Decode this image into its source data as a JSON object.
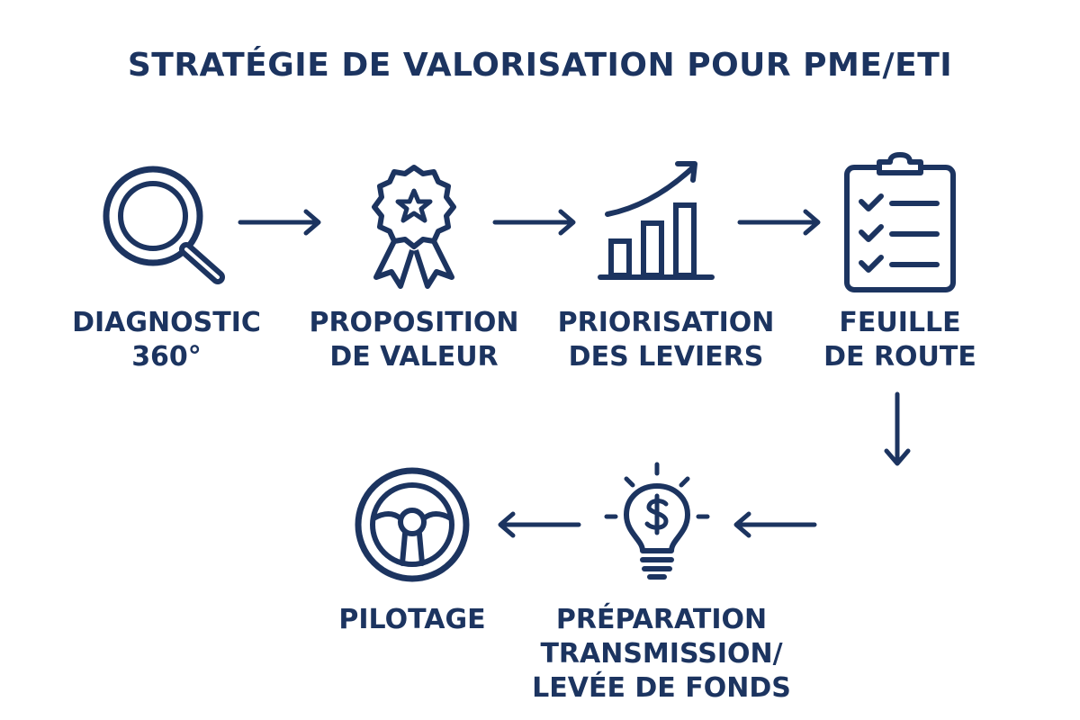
{
  "colors": {
    "primary": "#1c3460",
    "background": "#ffffff"
  },
  "title": "STRATÉGIE DE VALORISATION POUR PME/ETI",
  "steps": [
    {
      "icon": "magnifying-glass-icon",
      "lines": [
        "DIAGNOSTIC",
        "360°"
      ]
    },
    {
      "icon": "award-ribbon-icon",
      "lines": [
        "PROPOSITION",
        "DE VALEUR"
      ]
    },
    {
      "icon": "growth-chart-icon",
      "lines": [
        "PRIORISATION",
        "DES LEVIERS"
      ]
    },
    {
      "icon": "clipboard-checklist-icon",
      "lines": [
        "FEUILLE",
        "DE ROUTE"
      ]
    },
    {
      "icon": "lightbulb-dollar-icon",
      "lines": [
        "PRÉPARATION",
        "TRANSMISSION/",
        "LEVÉE DE FONDS"
      ]
    },
    {
      "icon": "steering-wheel-icon",
      "lines": [
        "PILOTAGE"
      ]
    }
  ]
}
